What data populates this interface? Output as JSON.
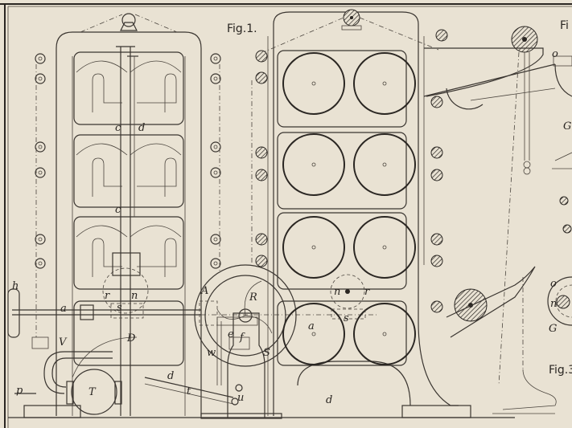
{
  "figure_titles": {
    "fig1": "Fig.1.",
    "fig2_partial": "Fi",
    "fig3": "Fig.3"
  },
  "labels": {
    "c_upper": "c",
    "d_upper": "d",
    "c_lower": "c",
    "h": "h",
    "a_left": "a",
    "r_left": "r",
    "n_left": "n",
    "s_left": "s",
    "D": "D",
    "V": "V",
    "p": "p",
    "T": "T",
    "d_bottom": "d",
    "t": "t",
    "u": "u",
    "A": "A",
    "R": "R",
    "e": "e",
    "f": "f",
    "w": "w",
    "S": "S",
    "n_right": "n",
    "r_right": "r",
    "s_right": "s",
    "a_right": "a",
    "d_right": "d",
    "o_fig2": "o",
    "G_fig2": "G",
    "o_fig3": "o",
    "n_fig3": "n",
    "G_fig3": "G"
  },
  "colors": {
    "paper": "#e9e2d3",
    "ink": "#2a2622"
  }
}
